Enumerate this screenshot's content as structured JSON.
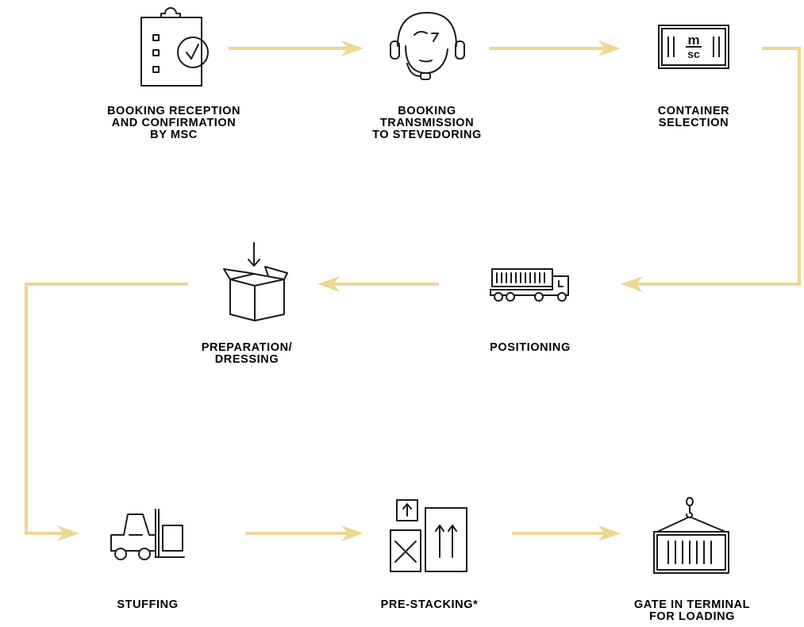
{
  "colors": {
    "connector": "#EED694",
    "icon_stroke": "#1A1A1A",
    "label": "#000000",
    "background": "#FFFFFF"
  },
  "steps": [
    {
      "label_lines": [
        "BOOKING RECEPTION",
        "AND CONFIRMATION",
        "BY MSC"
      ],
      "icon": "clipboard-check-icon"
    },
    {
      "label_lines": [
        "BOOKING",
        "TRANSMISSION",
        "TO STEVEDORING"
      ],
      "icon": "headset-operator-icon"
    },
    {
      "label_lines": [
        "CONTAINER",
        "SELECTION"
      ],
      "icon": "msc-container-icon",
      "icon_text_top": "m",
      "icon_text_bottom": "sc"
    },
    {
      "label_lines": [
        "POSITIONING"
      ],
      "icon": "container-truck-icon"
    },
    {
      "label_lines": [
        "PREPARATION/",
        "DRESSING"
      ],
      "icon": "open-box-icon"
    },
    {
      "label_lines": [
        "STUFFING"
      ],
      "icon": "forklift-icon"
    },
    {
      "label_lines": [
        "PRE-STACKING*"
      ],
      "icon": "stacked-cargo-icon"
    },
    {
      "label_lines": [
        "GATE IN TERMINAL",
        "FOR LOADING"
      ],
      "icon": "crane-lifted-container-icon"
    }
  ]
}
